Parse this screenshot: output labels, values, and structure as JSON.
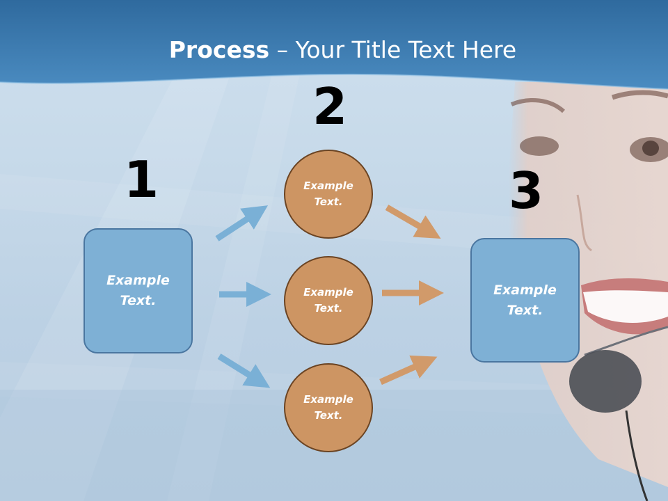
{
  "title": {
    "bold": "Process",
    "rest": " – Your Title Text Here"
  },
  "steps": {
    "one": {
      "number": "1",
      "label": "Example\nText."
    },
    "two": {
      "number": "2",
      "items": [
        "Example\nText.",
        "Example\nText.",
        "Example\nText."
      ]
    },
    "three": {
      "number": "3",
      "label": "Example\nText."
    }
  },
  "colors": {
    "header": "#3a7ab0",
    "box_fill": "#7eb0d5",
    "box_border": "#4a76a0",
    "circle_fill": "#cd9563",
    "circle_border": "#6b4423",
    "arrow_blue": "#7ab0d6",
    "arrow_orange": "#d19a6a"
  }
}
